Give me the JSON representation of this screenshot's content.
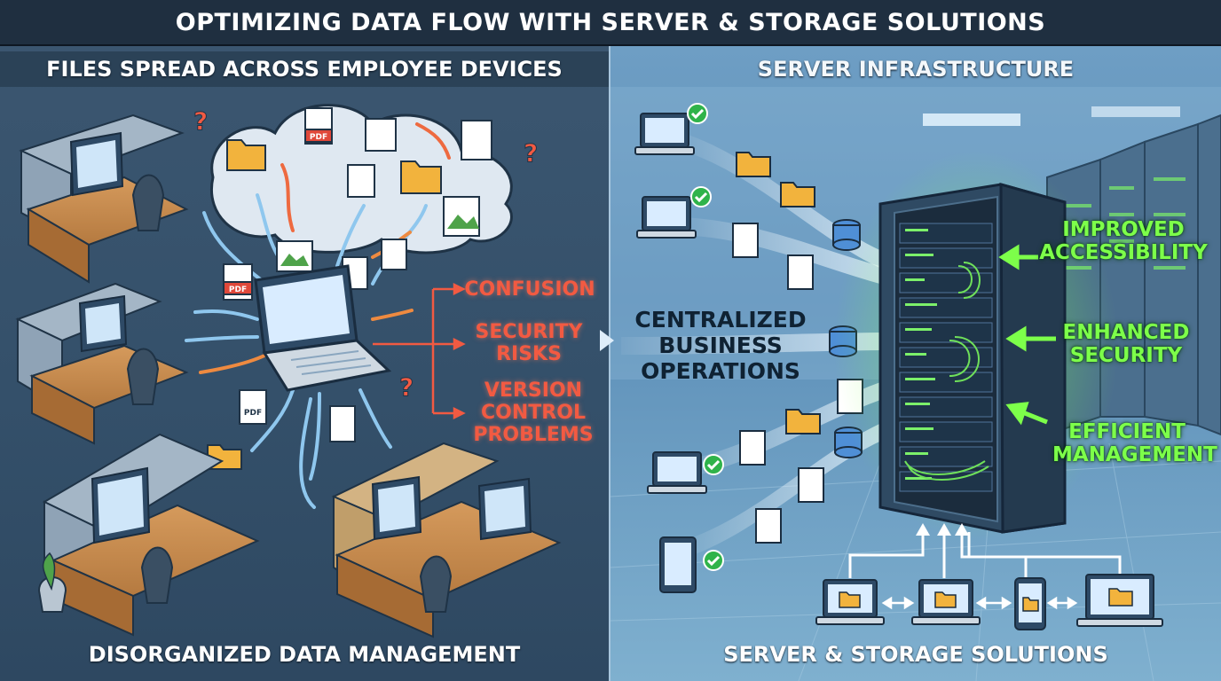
{
  "title": "OPTIMIZING DATA FLOW WITH SERVER & STORAGE SOLUTIONS",
  "left_panel": {
    "heading": "FILES SPREAD ACROSS EMPLOYEE DEVICES",
    "footer": "DISORGANIZED DATA MANAGEMENT",
    "problems": [
      "CONFUSION",
      "SECURITY\nRISKS",
      "VERSION\nCONTROL\nPROBLEMS"
    ],
    "file_labels": {
      "pdf": "PDF"
    },
    "question_mark": "?"
  },
  "right_panel": {
    "heading": "SERVER INFRASTRUCTURE",
    "footer": "SERVER & STORAGE SOLUTIONS",
    "central": "CENTRALIZED\nBUSINESS\nOPERATIONS",
    "benefits": [
      "IMPROVED\nACCESSIBILITY",
      "ENHANCED\nSECURITY",
      "EFFICIENT\nMANAGEMENT"
    ]
  },
  "colors": {
    "problem_red": "#f25a42",
    "benefit_green": "#7dff4a",
    "folder_orange": "#f2b33d",
    "check_green": "#2fb34a"
  },
  "icons": [
    "laptop-icon",
    "folder-icon",
    "pdf-icon",
    "spreadsheet-icon",
    "image-icon",
    "database-icon",
    "server-rack-icon",
    "check-icon",
    "phone-icon",
    "desk-icon",
    "cloud-icon",
    "question-icon",
    "arrow-icon"
  ]
}
